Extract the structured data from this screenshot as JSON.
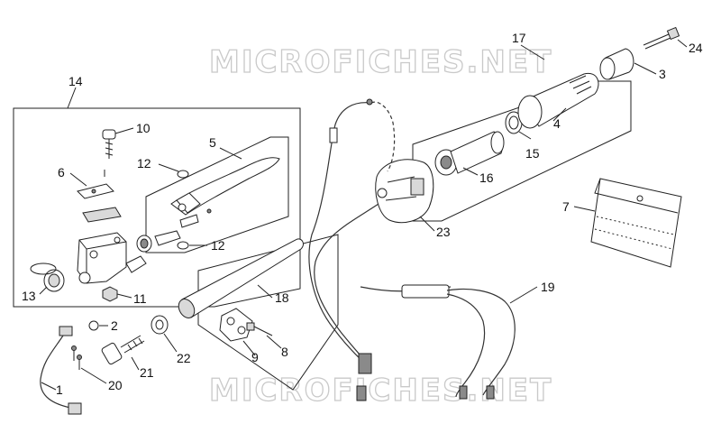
{
  "watermark": "MICROFICHES.NET",
  "callouts": {
    "c1": "1",
    "c2": "2",
    "c3": "3",
    "c4": "4",
    "c5": "5",
    "c6": "6",
    "c7": "7",
    "c8": "8",
    "c9": "9",
    "c10": "10",
    "c11": "11",
    "c12a": "12",
    "c12b": "12",
    "c13": "13",
    "c14": "14",
    "c15": "15",
    "c16": "16",
    "c17": "17",
    "c18": "18",
    "c19": "19",
    "c20": "20",
    "c21": "21",
    "c22": "22",
    "c23": "23",
    "c24": "24"
  }
}
